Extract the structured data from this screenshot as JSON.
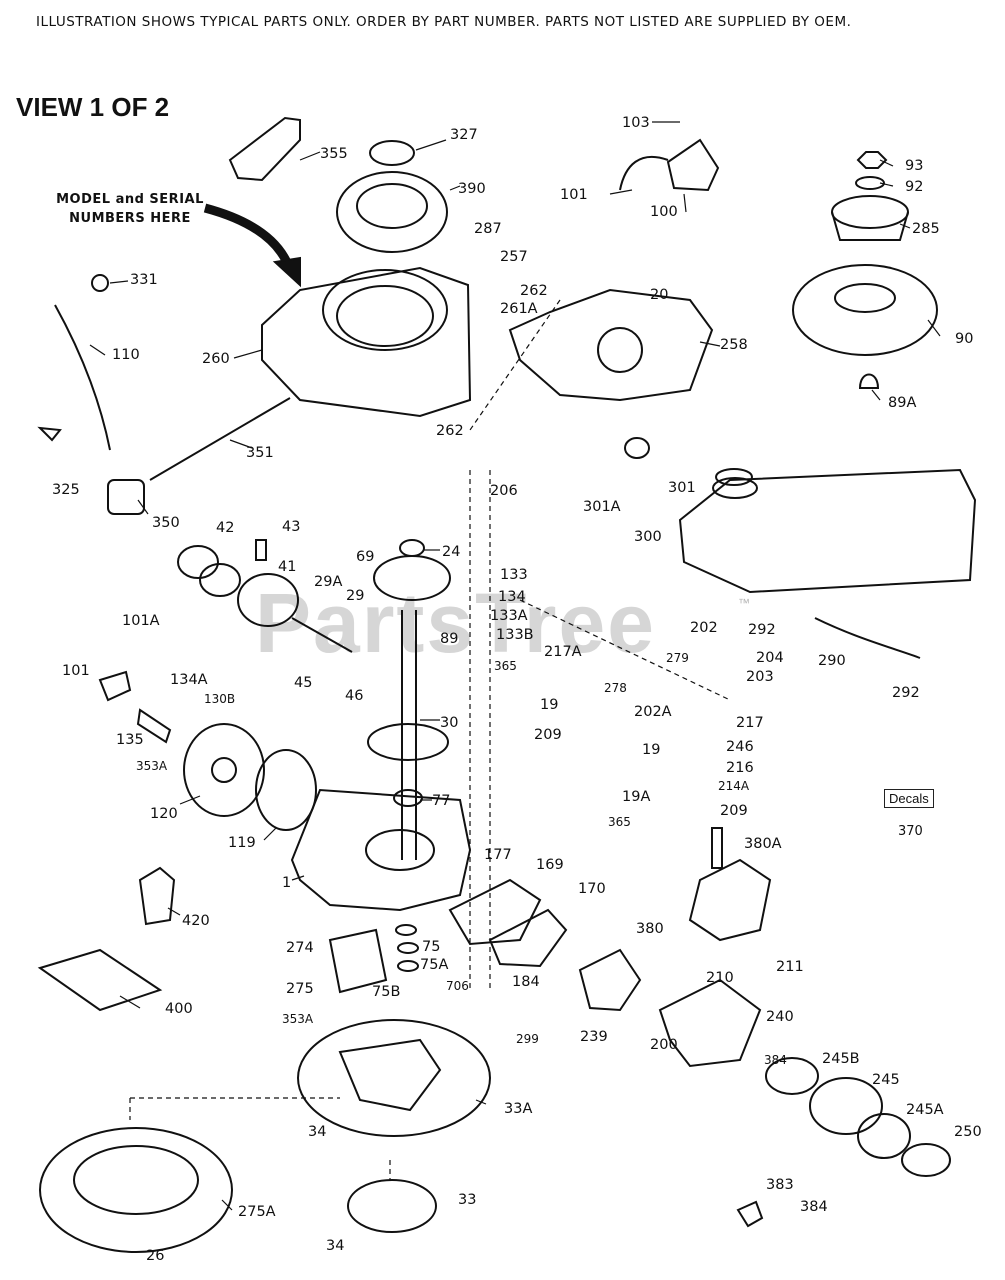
{
  "header": "ILLUSTRATION SHOWS TYPICAL PARTS ONLY.  ORDER BY PART NUMBER.  PARTS NOT LISTED ARE SUPPLIED BY OEM.",
  "view_title": "VIEW 1 OF 2",
  "model_note": "MODEL and SERIAL NUMBERS HERE",
  "watermark": "PartsTree",
  "trademark": "™",
  "decals": {
    "label": "Decals",
    "number": "370"
  },
  "part_labels": {
    "p355": "355",
    "p327": "327",
    "p390": "390",
    "p287": "287",
    "p331": "331",
    "p110": "110",
    "p260": "260",
    "p262a": "262",
    "p351": "351",
    "p325": "325",
    "p350": "350",
    "p103": "103",
    "p101top": "101",
    "p100": "100",
    "p257": "257",
    "p262b": "262",
    "p261A": "261A",
    "p20": "20",
    "p258": "258",
    "p93": "93",
    "p92": "92",
    "p285": "285",
    "p90": "90",
    "p89A": "89A",
    "p206": "206",
    "p301": "301",
    "p301A": "301A",
    "p300": "300",
    "p42a": "42",
    "p43": "43",
    "p41": "41",
    "p29A": "29A",
    "p29": "29",
    "p69": "69",
    "p24": "24",
    "p133": "133",
    "p134": "134",
    "p133A": "133A",
    "p133B": "133B",
    "p89": "89",
    "p365a": "365",
    "p101A": "101A",
    "p101": "101",
    "p134A": "134A",
    "p130B": "130B",
    "p135": "135",
    "p353A": "353A",
    "p45": "45",
    "p46": "46",
    "p30": "30",
    "p217A": "217A",
    "p278a": "278",
    "p19a": "19",
    "p209a": "209",
    "p202": "202",
    "p279": "279",
    "p204": "204",
    "p203": "203",
    "p202A": "202A",
    "p217": "217",
    "p19b": "19",
    "p246": "246",
    "p216": "216",
    "p214A": "214A",
    "p19A": "19A",
    "p209b": "209",
    "p365b": "365",
    "p292a": "292",
    "p290": "290",
    "p292b": "292",
    "p120": "120",
    "p119": "119",
    "p77": "77",
    "p1": "1",
    "p177": "177",
    "p169": "169",
    "p170": "170",
    "p380A": "380A",
    "p420": "420",
    "p274": "274",
    "p75": "75",
    "p75A": "75A",
    "p275": "275",
    "p75B": "75B",
    "p706": "706",
    "p184": "184",
    "p380": "380",
    "p210": "210",
    "p211": "211",
    "p400": "400",
    "p353Ab": "353A",
    "p299": "299",
    "p239": "239",
    "p200": "200",
    "p240": "240",
    "p384a": "384",
    "p245B": "245B",
    "p245": "245",
    "p33A": "33A",
    "p245A": "245A",
    "p250": "250",
    "p34a": "34",
    "p275A": "275A",
    "p33": "33",
    "p383": "383",
    "p384b": "384",
    "p26": "26",
    "p34b": "34"
  }
}
